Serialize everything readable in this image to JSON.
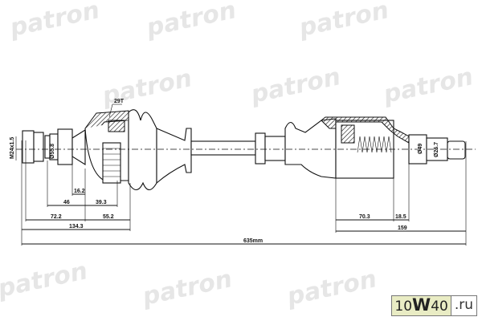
{
  "watermark": "patron",
  "labels": {
    "teeth": "29T",
    "thread": "M24x1.5",
    "d_outer_left": "Ø55.8",
    "d_seal_right": "Ø49",
    "d_spline_right": "Ø26.7",
    "dim_16_2": "16.2",
    "dim_46": "46",
    "dim_39_3": "39.3",
    "dim_72_2": "72.2",
    "dim_55_2": "55.2",
    "dim_134_3": "134.3",
    "dim_70_3": "70.3",
    "dim_18_5": "18.5",
    "dim_159": "159",
    "total_length": "635mm"
  },
  "site_badge": {
    "part1": "10",
    "part2": "W",
    "part3": "40",
    "domain": ".ru"
  }
}
